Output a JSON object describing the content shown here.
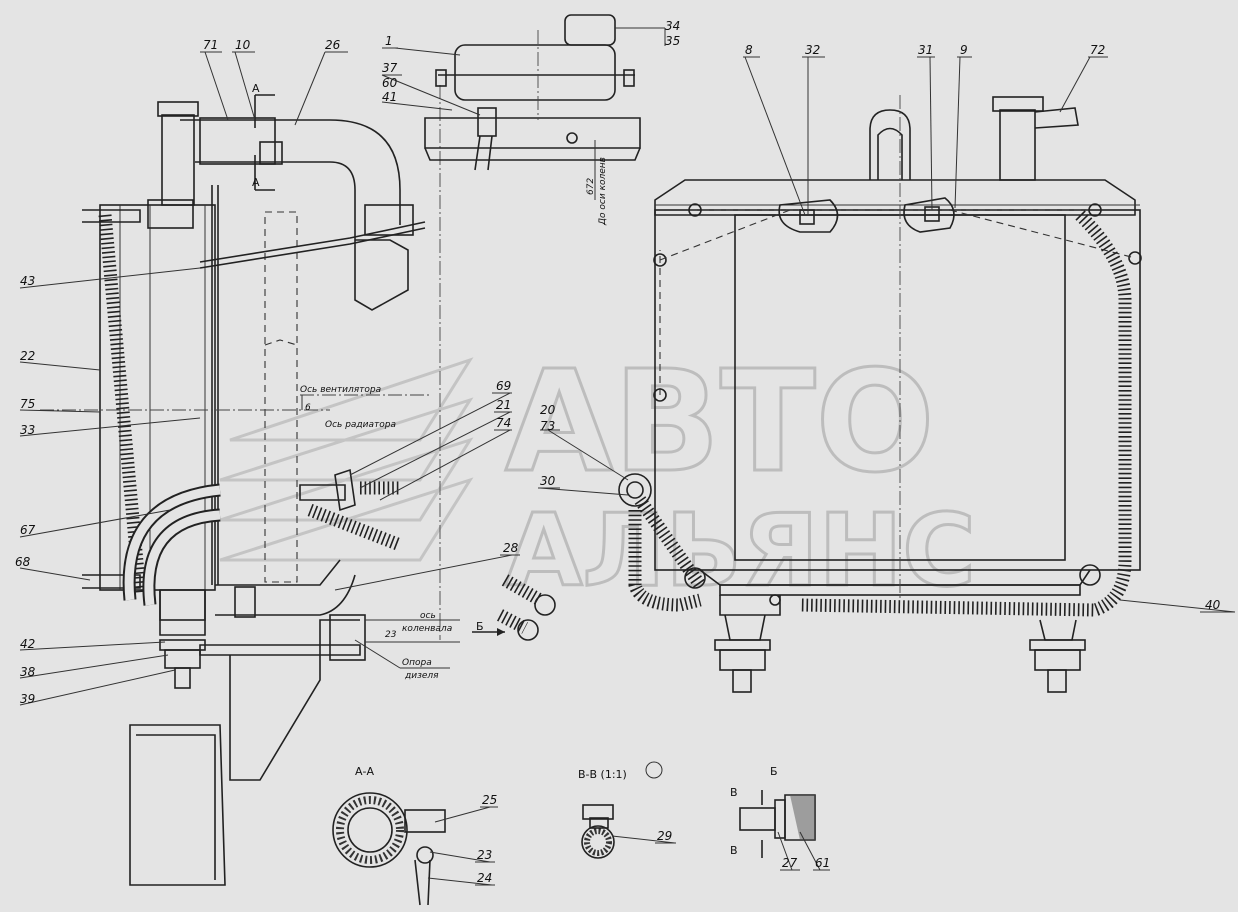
{
  "callouts": {
    "c71": "71",
    "c10": "10",
    "c26": "26",
    "c1": "1",
    "c37": "37",
    "c60": "60",
    "c41": "41",
    "c34": "34",
    "c35": "35",
    "c8": "8",
    "c32": "32",
    "c31": "31",
    "c9": "9",
    "c72": "72",
    "c43": "43",
    "c22": "22",
    "c75": "75",
    "c33": "33",
    "c67": "67",
    "c68": "68",
    "c42": "42",
    "c38": "38",
    "c39": "39",
    "c69": "69",
    "c21": "21",
    "c74": "74",
    "c20": "20",
    "c73": "73",
    "c30": "30",
    "c28": "28",
    "c40": "40",
    "c25": "25",
    "c23": "23",
    "c24": "24",
    "c29": "29",
    "c27": "27",
    "c61": "61"
  },
  "annotations": {
    "fan_axis": "Ось вентилятора",
    "radiator_axis": "Ось радиатора",
    "offset": "6",
    "to_crank_axis": "До оси коленв",
    "dim_672": "672",
    "crankshaft_axis_1": "ось",
    "crankshaft_axis_2": "коленвала",
    "dim_23": "23",
    "diesel_support_1": "Опора",
    "diesel_support_2": "дизеля",
    "view_b": "Б",
    "section_a_mark": "А",
    "section_v_mark": "В"
  },
  "sections": {
    "aa": "А-А",
    "vv": "В-В (1:1)",
    "b": "Б"
  },
  "watermark": {
    "line1": "АВТО",
    "line2": "АЛЬЯНС"
  }
}
